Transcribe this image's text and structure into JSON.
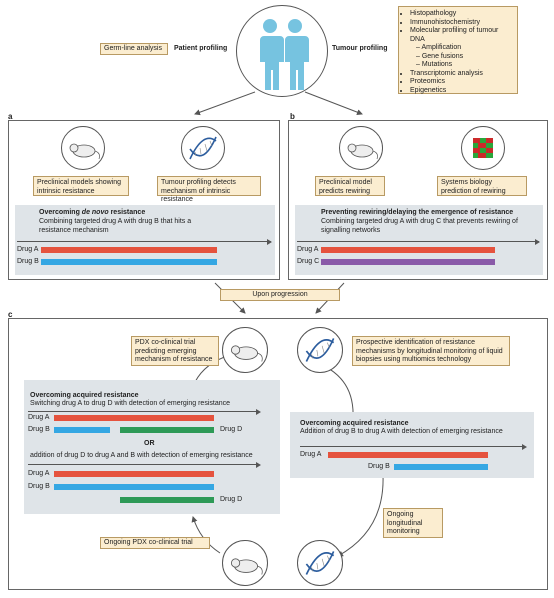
{
  "top": {
    "germline": "Germ-line analysis",
    "patient_profiling": "Patient profiling",
    "tumour_profiling": "Tumour profiling",
    "tumour_list": [
      "Histopathology",
      "Immunohistochemistry",
      "Molecular profiling of tumour DNA",
      "– Amplification",
      "– Gene fusions",
      "– Mutations",
      "Transcriptomic analysis",
      "Proteomics",
      "Epigenetics"
    ]
  },
  "a": {
    "letter": "a",
    "box1": "Preclinical models showing intrinsic resistance",
    "box2": "Tumour profiling detects mechanism of intrinsic resistance",
    "title_pre": "Overcoming ",
    "title_em": "de novo",
    "title_post": " resistance",
    "desc": "Combining targeted drug A with drug B that hits a resistance mechanism",
    "drug1": "Drug A",
    "drug2": "Drug B"
  },
  "b": {
    "letter": "b",
    "box1": "Preclinical model predicts rewiring",
    "box2": "Systems biology prediction of rewiring",
    "title": "Preventing rewiring/delaying the emergence of resistance",
    "desc": "Combining targeted drug A with drug C that prevents rewiring of signalling networks",
    "drug1": "Drug A",
    "drug2": "Drug C"
  },
  "upon": "Upon progression",
  "c": {
    "letter": "c",
    "pdx_box": "PDX co-clinical trial predicting emerging mechanism of resistance",
    "prospective_box": "Prospective identification of resistance mechanisms by longitudinal monitoring of liquid biopsies using multiomics technology",
    "left_title": "Overcoming acquired resistance",
    "left_desc1": "Switching drug A to drug D with detection of emerging resistance",
    "or": "OR",
    "left_desc2": "addition of drug D to drug A and B with detection of emerging resistance",
    "drugA": "Drug A",
    "drugB": "Drug B",
    "drugD": "Drug D",
    "right_title": "Overcoming acquired resistance",
    "right_desc": "Addition of drug B to drug A with detection of emerging resistance",
    "ongoing_long": "Ongoing longitudinal monitoring",
    "ongoing_pdx": "Ongoing PDX co-clinical trial"
  }
}
